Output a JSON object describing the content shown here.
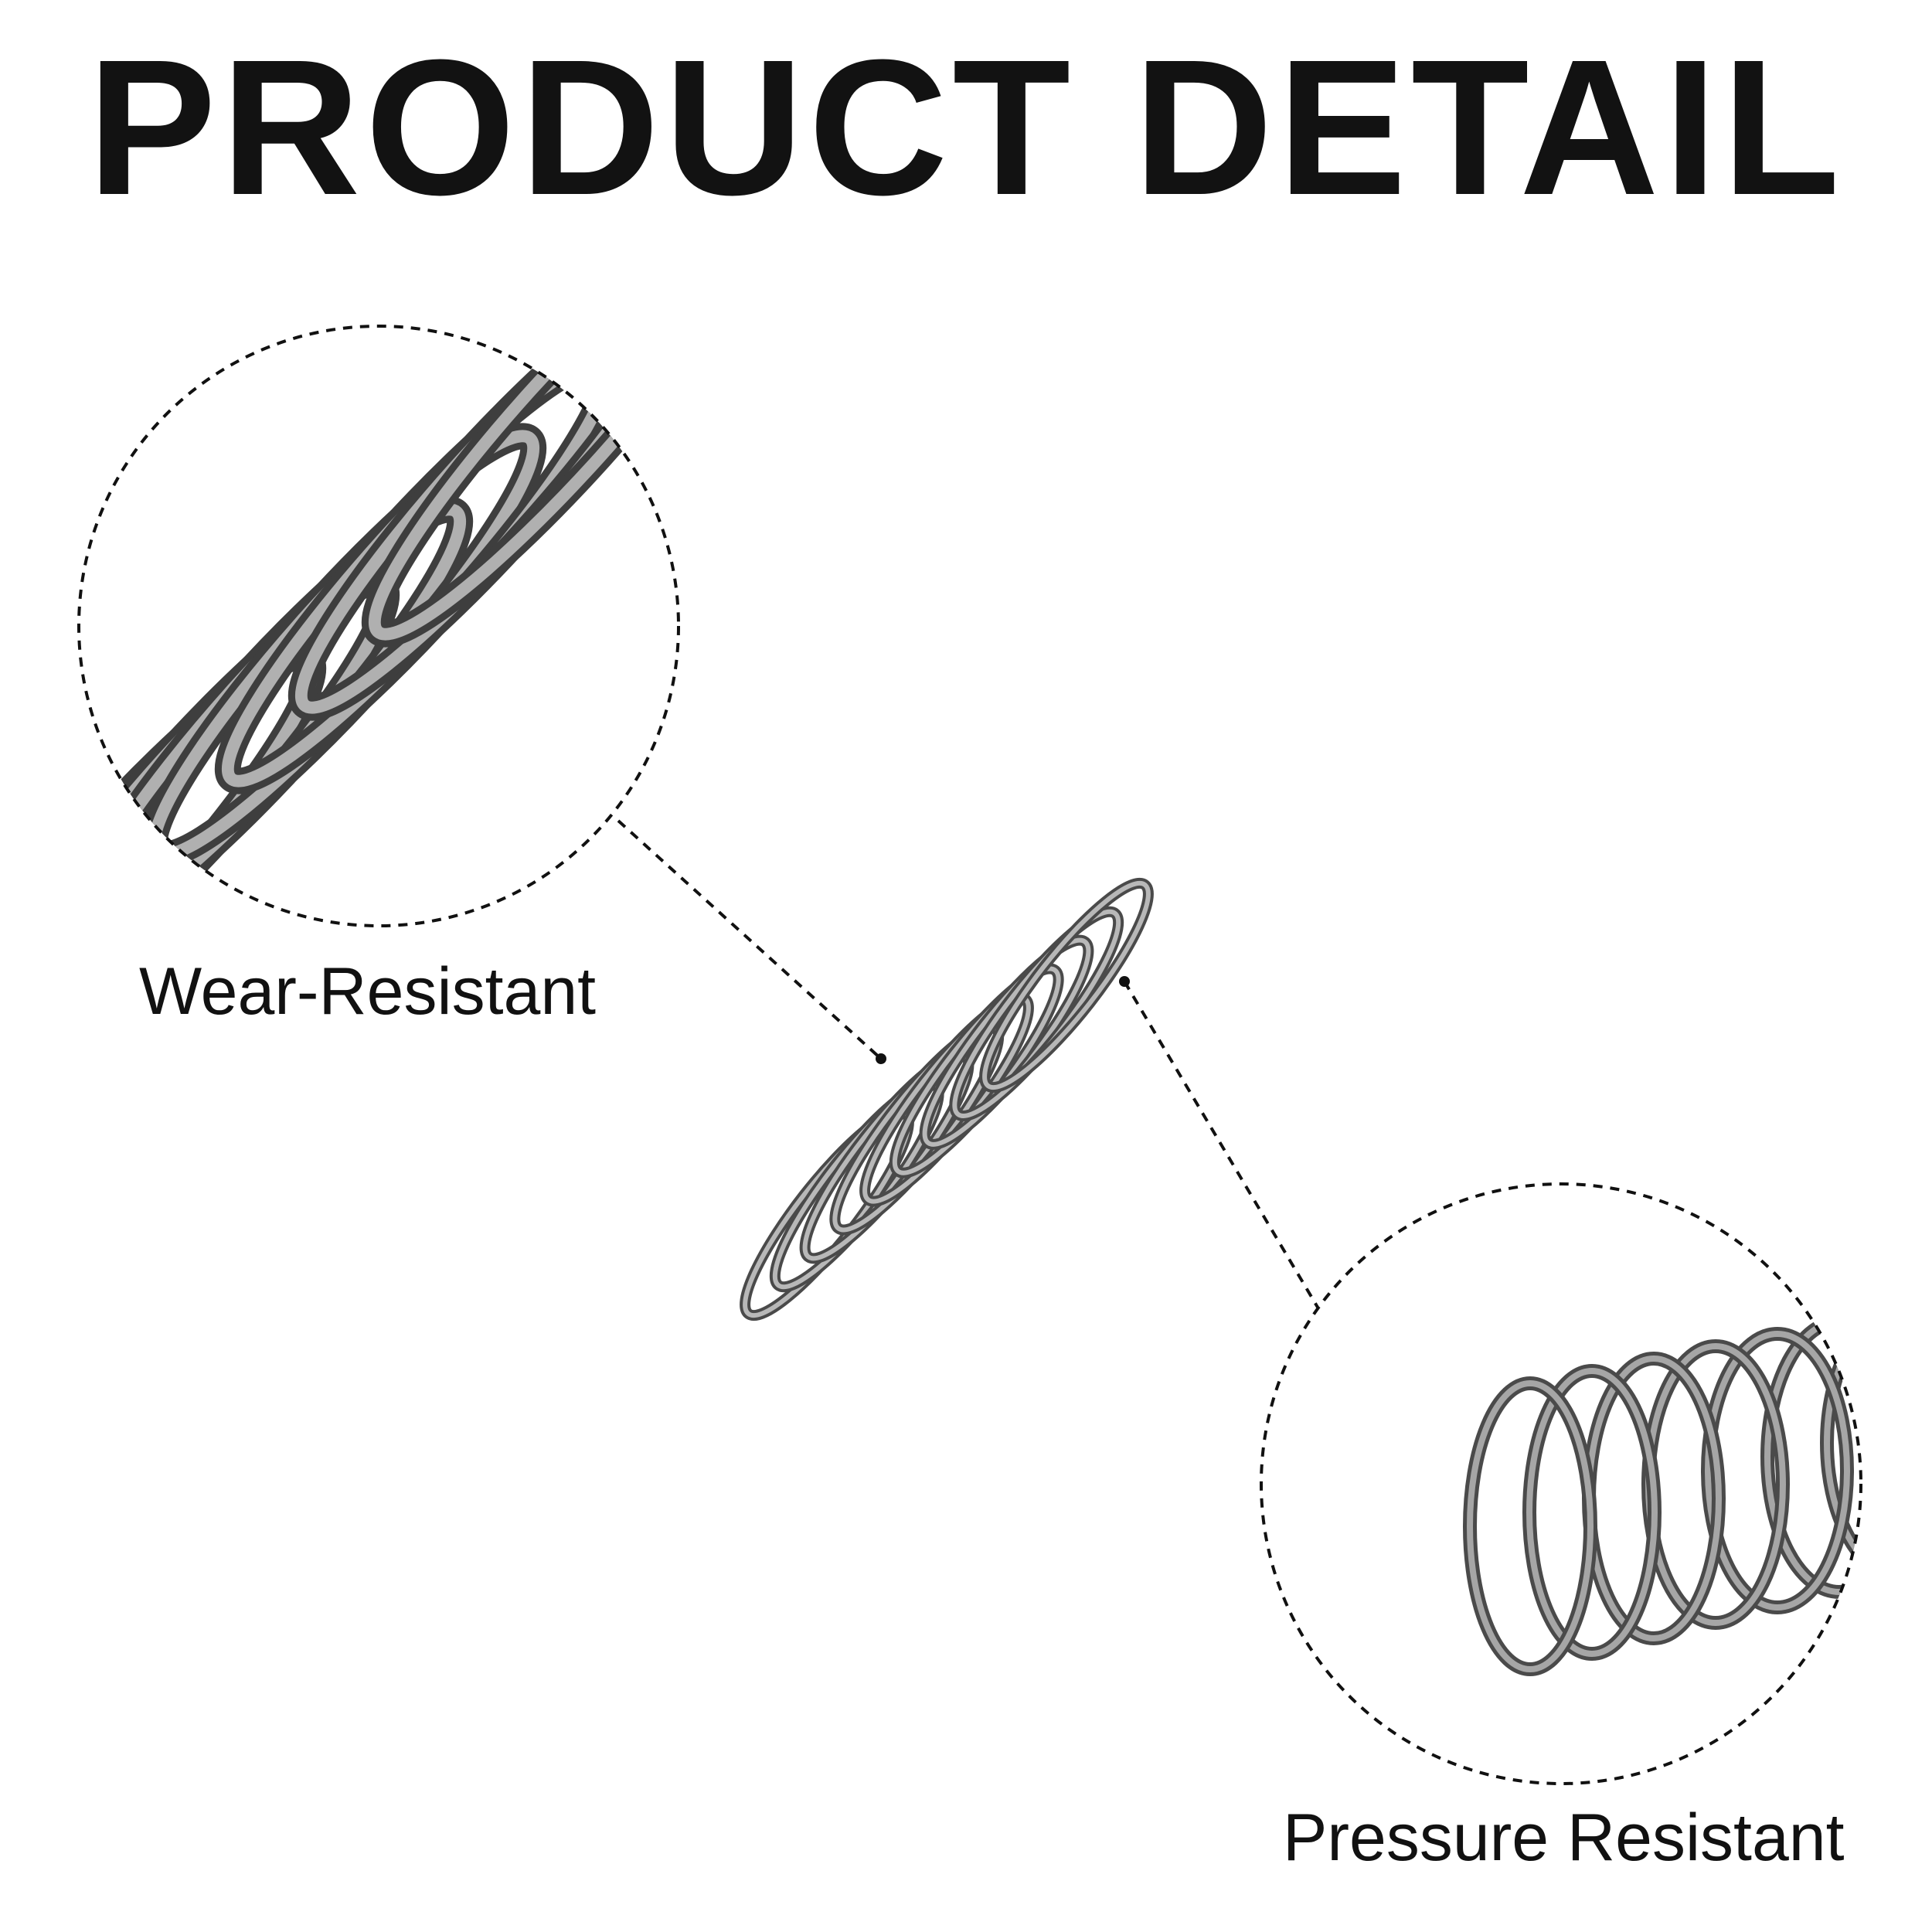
{
  "title": "PRODUCT DETAIL",
  "features": [
    {
      "label": "Wear-Resistant",
      "icon": "spring-closeup-icon"
    },
    {
      "label": "Pressure Resistant",
      "icon": "spring-end-view-icon"
    }
  ],
  "colors": {
    "background": "#ffffff",
    "text": "#111111",
    "spring_steel": "#8a8a8a",
    "spring_dark": "#4a4a4a",
    "dashed_line": "#111111"
  }
}
